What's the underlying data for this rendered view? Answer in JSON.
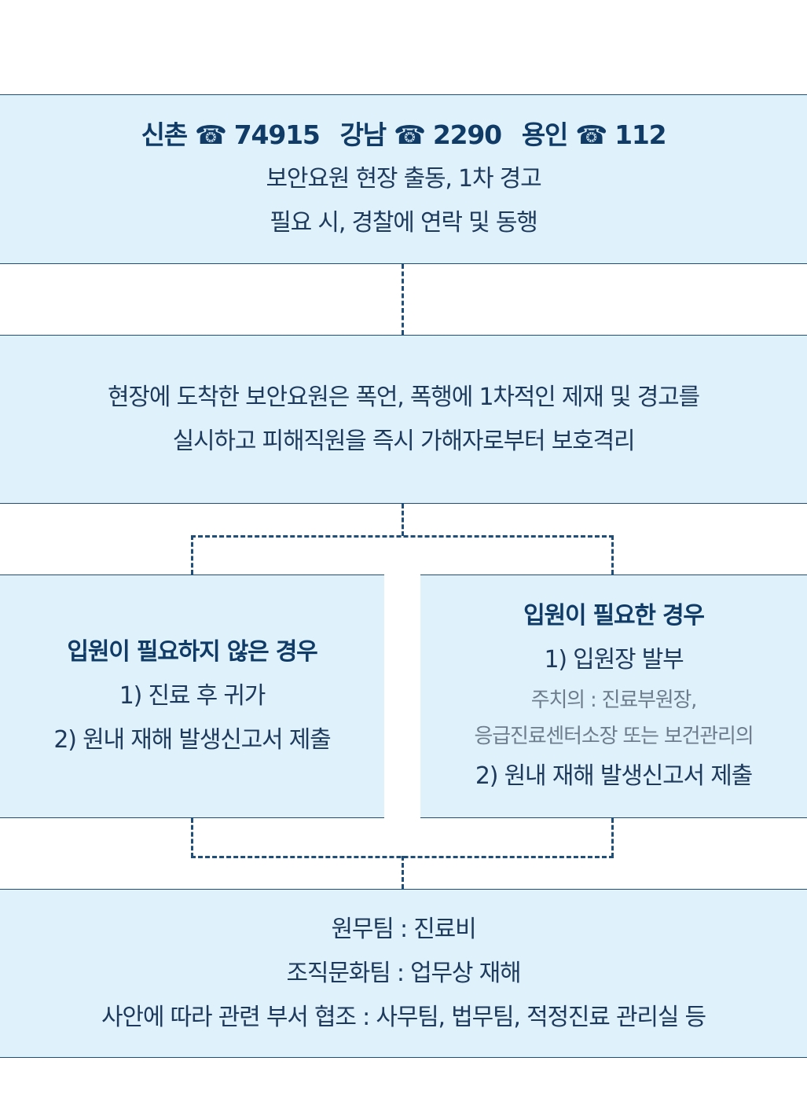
{
  "box1": {
    "contacts": [
      {
        "campus": "신촌",
        "icon": "phone-icon",
        "number": "74915"
      },
      {
        "campus": "강남",
        "icon": "phone-icon",
        "number": "2290"
      },
      {
        "campus": "용인",
        "icon": "phone-icon",
        "number": "112"
      }
    ],
    "phone_glyph": "☎",
    "line2": "보안요원 현장 출동, 1차 경고",
    "line3": "필요 시, 경찰에 연락 및 동행"
  },
  "box2": {
    "line1": "현장에 도착한 보안요원은 폭언, 폭행에 1차적인 제재 및 경고를",
    "line2": "실시하고 피해직원을 즉시 가해자로부터 보호격리"
  },
  "box_left": {
    "title": "입원이 필요하지 않은 경우",
    "item1": "1) 진료 후 귀가",
    "item2": "2) 원내 재해 발생신고서 제출"
  },
  "box_right": {
    "title": "입원이 필요한 경우",
    "item1": "1) 입원장 발부",
    "note1": "주치의 : 진료부원장,",
    "note2": "응급진료센터소장 또는 보건관리의",
    "item2": "2) 원내 재해 발생신고서 제출"
  },
  "box_bottom": {
    "line1": "원무팀 : 진료비",
    "line2": "조직문화팀 : 업무상 재해",
    "line3": "사안에 따라 관련 부서 협조 : 사무팀, 법무팀, 적정진료 관리실 등"
  },
  "colors": {
    "box_fill": "#dff1fb",
    "border": "#1f4e79",
    "title_text": "#0f3b66",
    "body_text": "#1d3a5c",
    "note_text": "#6e7d8c"
  }
}
